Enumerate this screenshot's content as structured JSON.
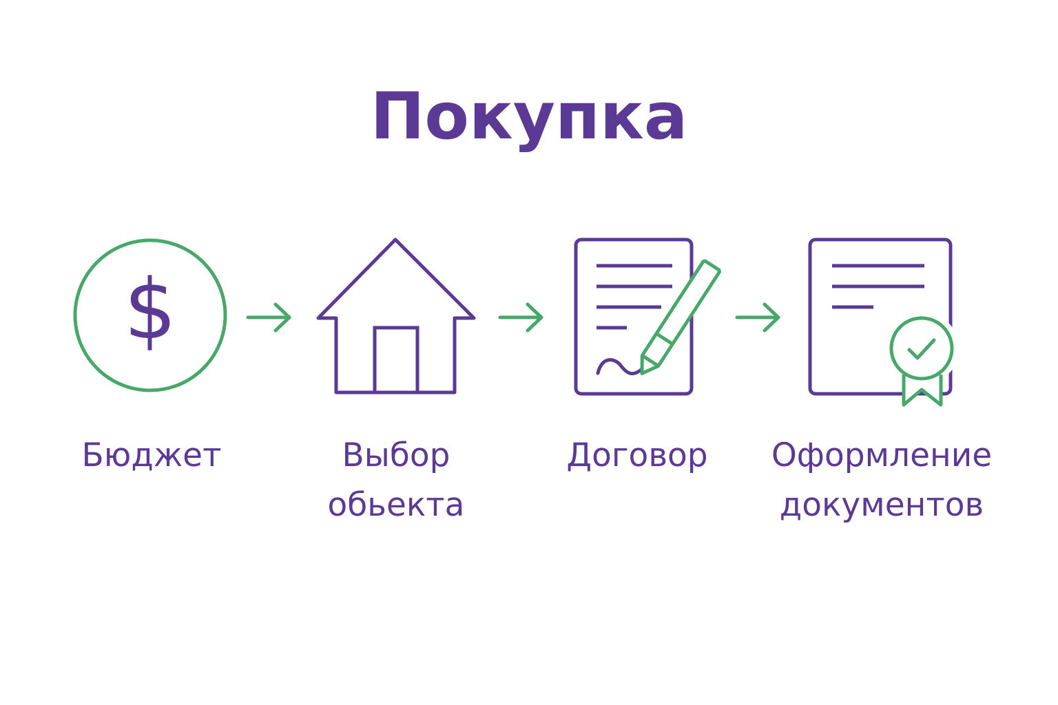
{
  "title": "Покупка",
  "colors": {
    "primary": "#5b3a96",
    "accent": "#48a86a"
  },
  "steps": [
    {
      "icon": "dollar-coin-icon",
      "label_lines": [
        "Бюджет"
      ]
    },
    {
      "icon": "house-icon",
      "label_lines": [
        "Выбор",
        "обьекта"
      ]
    },
    {
      "icon": "contract-signing-icon",
      "label_lines": [
        "Договор"
      ]
    },
    {
      "icon": "certified-document-icon",
      "label_lines": [
        "Оформление",
        "документов"
      ]
    }
  ],
  "arrows": [
    "arrow-right-icon",
    "arrow-right-icon",
    "arrow-right-icon"
  ]
}
